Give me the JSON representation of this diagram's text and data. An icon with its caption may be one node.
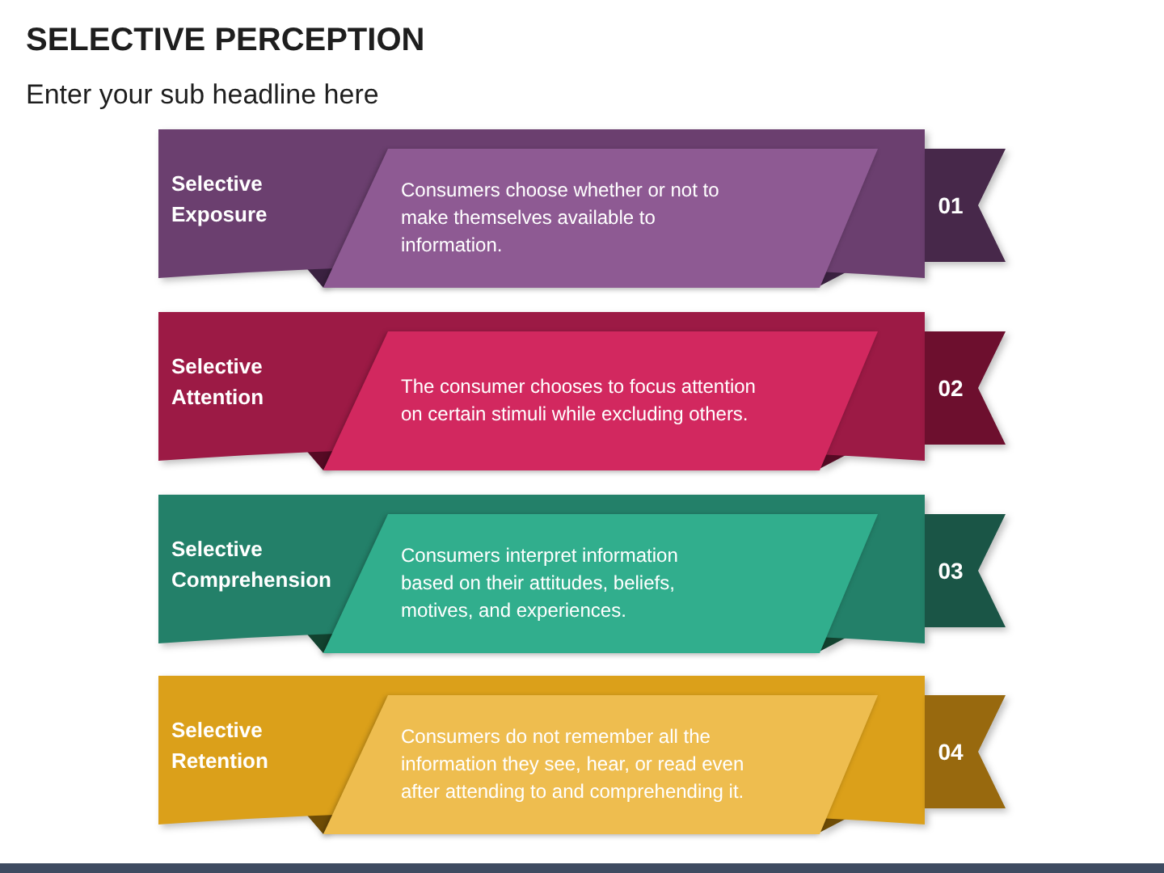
{
  "diagram": {
    "title": "SELECTIVE PERCEPTION",
    "nodes": [
      {
        "text": [
          "Selective Exposure"
        ]
      },
      {
        "text": [
          "Consumers choose whether or not to make themselves available to information."
        ],
        "in": 0
      },
      {
        "text": [
          "01"
        ]
      },
      {
        "text": [
          "Selective Attention"
        ]
      },
      {
        "text": [
          "The consumer chooses to focus attention on certain stimuli while excluding others."
        ],
        "in": 3
      },
      {
        "text": [
          "02"
        ]
      },
      {
        "text": [
          "Selective Comprehension"
        ]
      },
      {
        "text": [
          "Consumers interpret information based on their attitudes, beliefs, motives, and experiences."
        ],
        "in": 6
      },
      {
        "text": [
          "03"
        ]
      },
      {
        "text": [
          "Selective Retention"
        ]
      },
      {
        "text": [
          "Consumers do not remember all the information they see, hear, or read even after attending to and comprehending it."
        ],
        "in": 9
      },
      {
        "text": [
          "04"
        ]
      }
    ],
    "labels": [
      "Enter your sub headline here"
    ]
  }
}
